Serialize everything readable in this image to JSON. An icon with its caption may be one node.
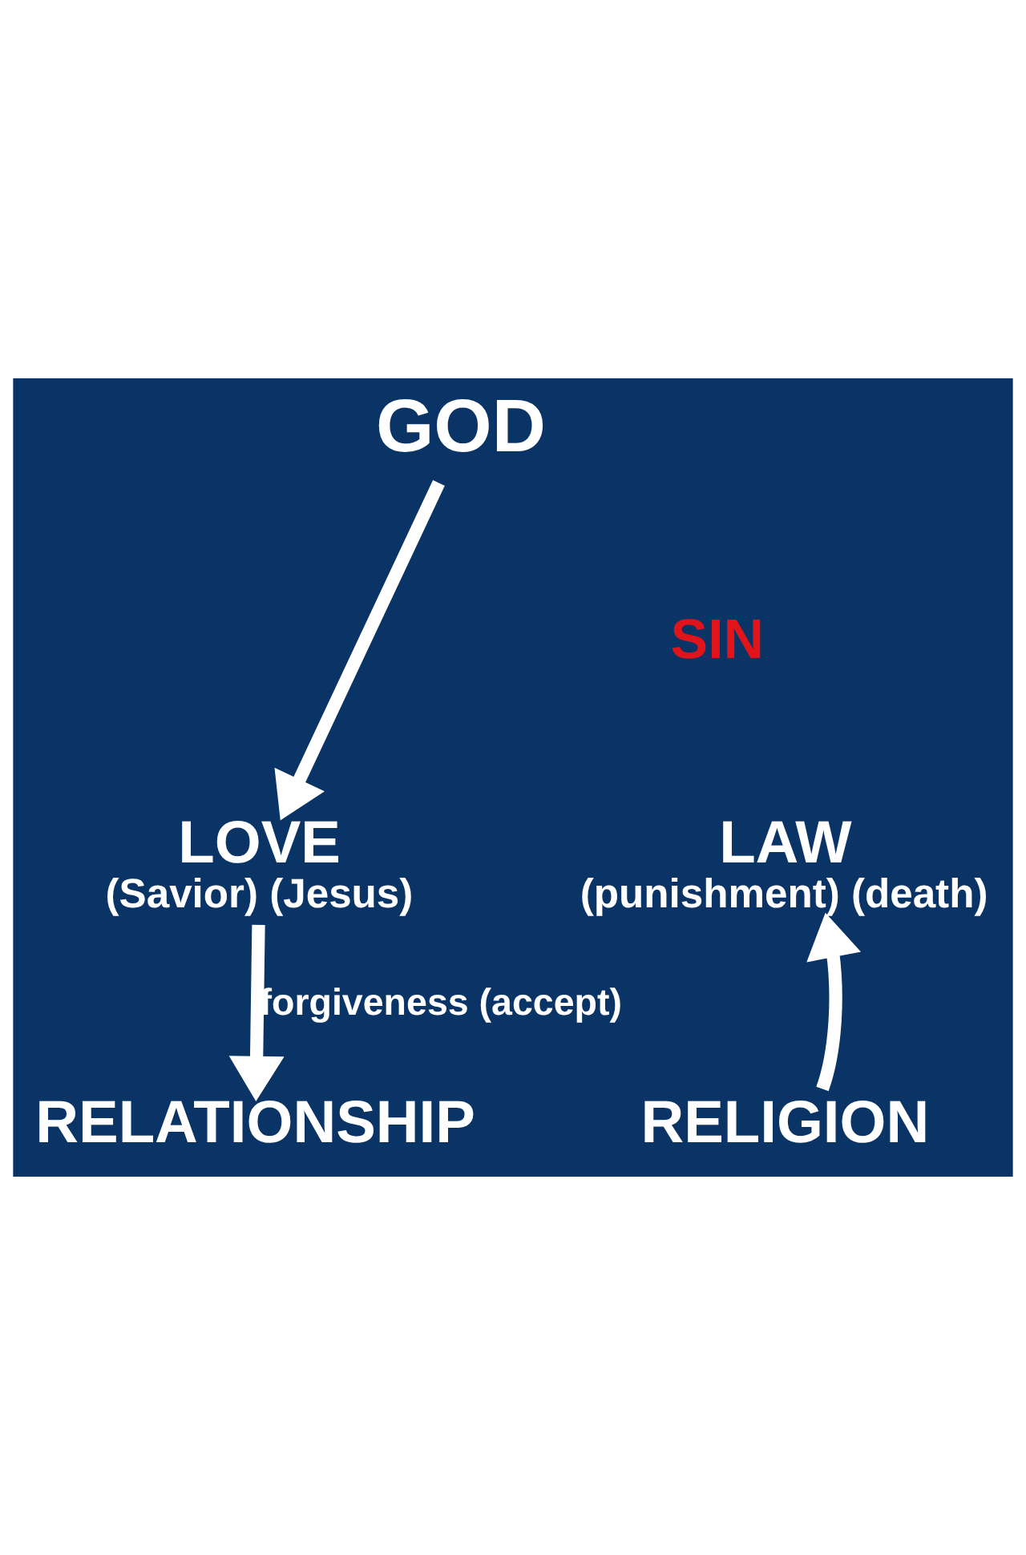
{
  "diagram": {
    "nodes": [
      {
        "text": [
          "GOD"
        ]
      },
      {
        "text": [
          "LAW",
          "(punishment) (death)"
        ]
      },
      {
        "text": [
          "LOVE",
          "(Savior) (Jesus)"
        ]
      },
      {
        "text": [
          "RELIGION"
        ]
      },
      {
        "text": [
          "RELATIONSHIP"
        ]
      }
    ],
    "edges": [
      {
        "from": 0,
        "to": 2,
        "arrow": "to"
      },
      {
        "from": 3,
        "to": 1,
        "arrow": "to"
      },
      {
        "from": 2,
        "to": 4,
        "arrow": "to",
        "label": "forgiveness (accept)"
      }
    ],
    "labels": [
      "SIN"
    ]
  }
}
